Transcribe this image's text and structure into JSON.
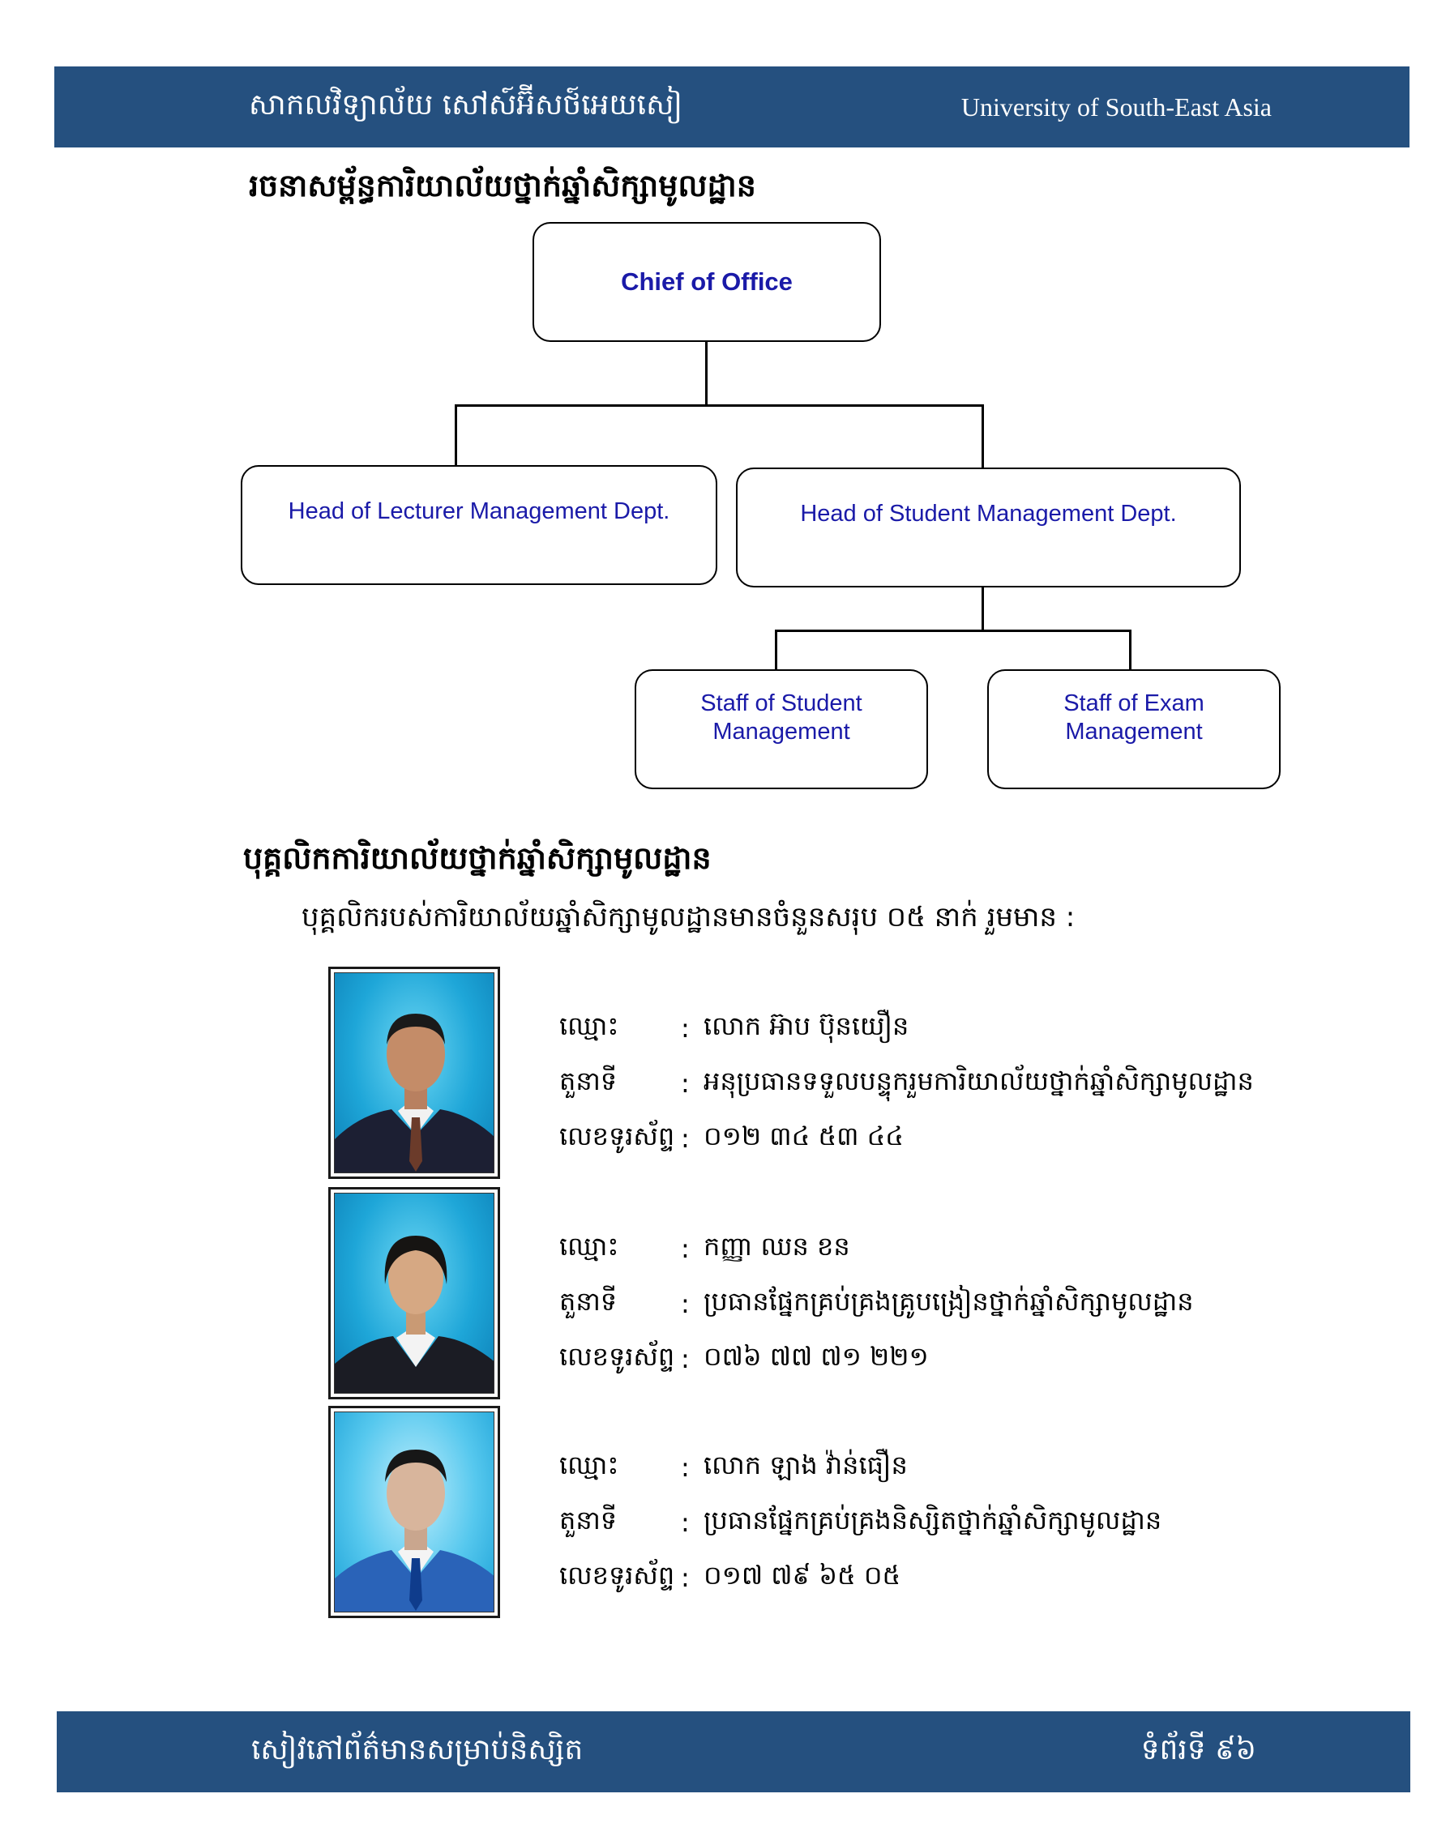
{
  "header": {
    "khmer_title": "សាកលវិទ្យាល័យ សៅស៍អ៊ីសថ៍អេយសៀ",
    "english_title": "University of South-East Asia"
  },
  "org_section": {
    "title": "រចនាសម្ព័ន្ធការិយាល័យថ្នាក់ឆ្នាំសិក្សាមូលដ្ឋាន"
  },
  "org_chart": {
    "chief": "Chief of Office",
    "head_lecturer": "Head of Lecturer Management Dept.",
    "head_student": "Head of Student Management Dept.",
    "staff_student": "Staff of Student Management",
    "staff_exam": "Staff of Exam Management",
    "text_color": "#1a1aa8"
  },
  "staff_section": {
    "title": "បុគ្គលិកការិយាល័យថ្នាក់ឆ្នាំសិក្សាមូលដ្ឋាន",
    "intro": "បុគ្គលិករបស់ការិយាល័យឆ្នាំសិក្សាមូលដ្ឋានមានចំនួនសរុប ០៥ នាក់ រួមមាន :"
  },
  "labels": {
    "name": "ឈ្មោះ",
    "role": "តួនាទី",
    "phone": "លេខទូរស័ព្ទ",
    "colon": ":"
  },
  "staff": [
    {
      "name": "លោក អ៊ាប ប៊ុនយឿន",
      "role": "អនុប្រធានទទួលបន្ទុករួមការិយាល័យថ្នាក់ឆ្នាំសិក្សាមូលដ្ឋាន",
      "phone": "០១២ ៣៤ ៥៣ ៤៤"
    },
    {
      "name": "កញ្ញា ឈន ខន",
      "role": "ប្រធានផ្នែកគ្រប់គ្រងគ្រូបង្រៀនថ្នាក់ឆ្នាំសិក្សាមូលដ្ឋាន",
      "phone": "០៧៦ ៧៧ ៧១ ២២១"
    },
    {
      "name": "លោក ឡាង វ៉ាន់ធឿន",
      "role": "ប្រធានផ្នែកគ្រប់គ្រងនិស្សិតថ្នាក់ឆ្នាំសិក្សាមូលដ្ឋាន",
      "phone": "០១៧ ៧៩ ៦៥ ០៥"
    }
  ],
  "footer": {
    "khmer_title": "សៀវភៅព័ត៌មានសម្រាប់និស្សិត",
    "page_label": "ទំព័រទី ៩៦"
  }
}
